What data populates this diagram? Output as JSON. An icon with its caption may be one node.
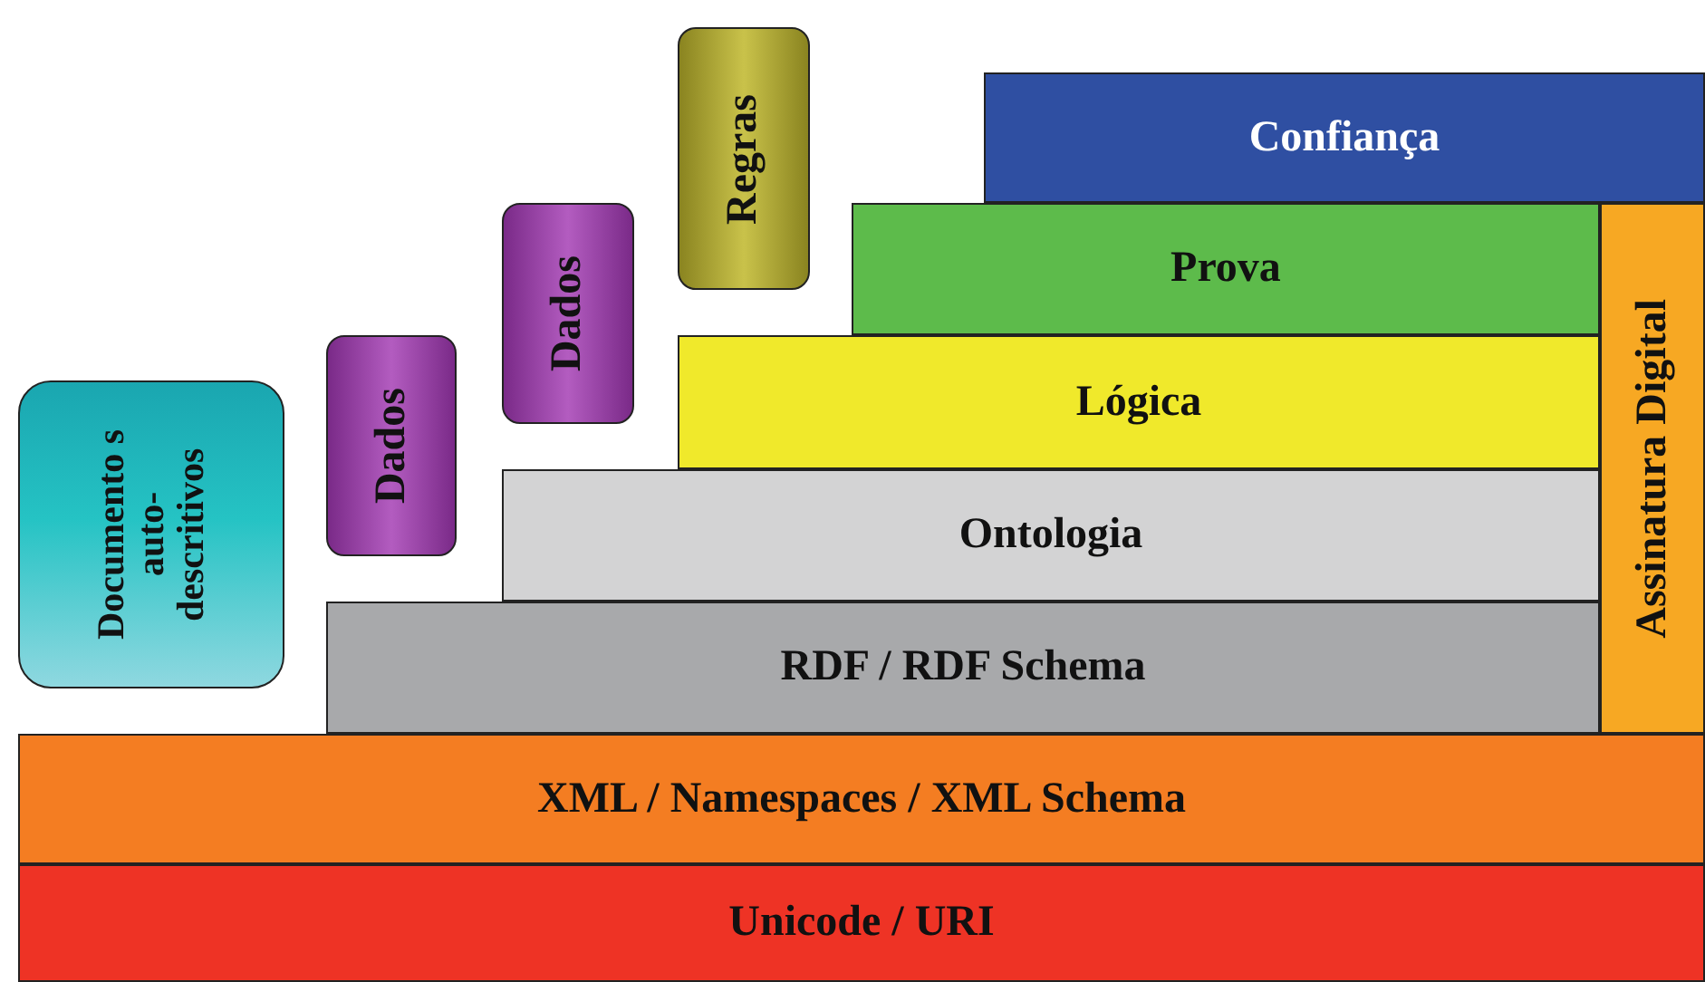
{
  "diagram": {
    "nodes": [
      {
        "text": [
          "Regras"
        ]
      },
      {
        "text": [
          "Confiança"
        ]
      },
      {
        "text": [
          "Dados"
        ]
      },
      {
        "text": [
          "Prova"
        ]
      },
      {
        "text": [
          "Assinatura Digital"
        ]
      },
      {
        "text": [
          "Dados"
        ]
      },
      {
        "text": [
          "Lógica"
        ]
      },
      {
        "text": [
          "Documento s auto- descritivos"
        ]
      },
      {
        "text": [
          "Ontologia"
        ]
      },
      {
        "text": [
          "RDF / RDF Schema"
        ]
      },
      {
        "text": [
          "XML / Namespaces / XML Schema"
        ]
      },
      {
        "text": [
          "Unicode / URI"
        ]
      }
    ]
  }
}
